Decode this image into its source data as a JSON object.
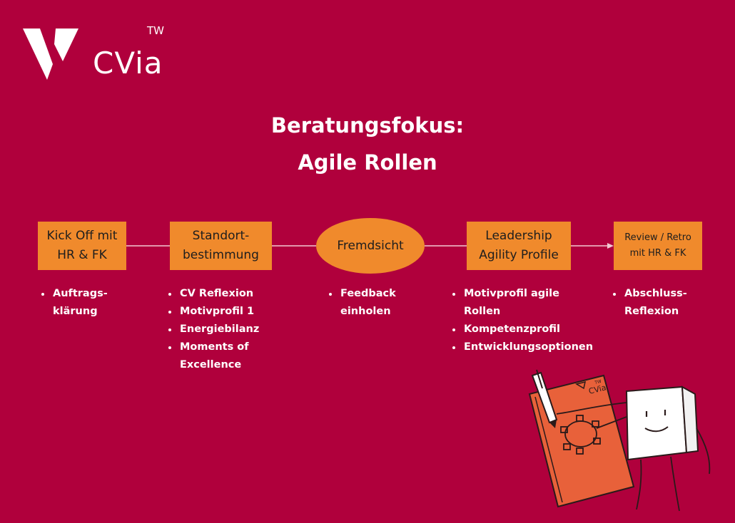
{
  "logo": {
    "wordmark": "CVia",
    "superscript": "TW",
    "icon": "v-chevron-logo-icon"
  },
  "title": {
    "line1": "Beratungsfokus:",
    "line2": "Agile Rollen"
  },
  "colors": {
    "background": "#b0003c",
    "box_fill": "#f08a2c",
    "box_text": "#1e1e1e",
    "text": "#ffffff"
  },
  "steps": [
    {
      "lines": [
        "Kick Off mit",
        "HR & FK"
      ],
      "shape": "rectangle",
      "bullets": [
        [
          "Auftrags-",
          "klärung"
        ]
      ]
    },
    {
      "lines": [
        "Standort-",
        "bestimmung"
      ],
      "shape": "rectangle",
      "bullets": [
        [
          "CV Reflexion"
        ],
        [
          "Motivprofil 1"
        ],
        [
          "Energiebilanz"
        ],
        [
          "Moments of",
          "Excellence"
        ]
      ]
    },
    {
      "lines": [
        "Fremdsicht"
      ],
      "shape": "ellipse",
      "bullets": [
        [
          "Feedback",
          "einholen"
        ]
      ]
    },
    {
      "lines": [
        "Leadership",
        "Agility Profile"
      ],
      "shape": "rectangle",
      "bullets": [
        [
          "Motivprofil agile",
          "Rollen"
        ],
        [
          "Kompetenzprofil"
        ],
        [
          "Entwicklungsoptionen"
        ]
      ]
    },
    {
      "lines": [
        "Review / Retro",
        "mit HR & FK"
      ],
      "shape": "rectangle",
      "bullets": [
        [
          "Abschluss-",
          "Reflexion"
        ]
      ]
    }
  ],
  "illustration": {
    "icon": "notebook-character-illustration",
    "notebook_logo": "CVia",
    "notebook_superscript": "TW"
  }
}
